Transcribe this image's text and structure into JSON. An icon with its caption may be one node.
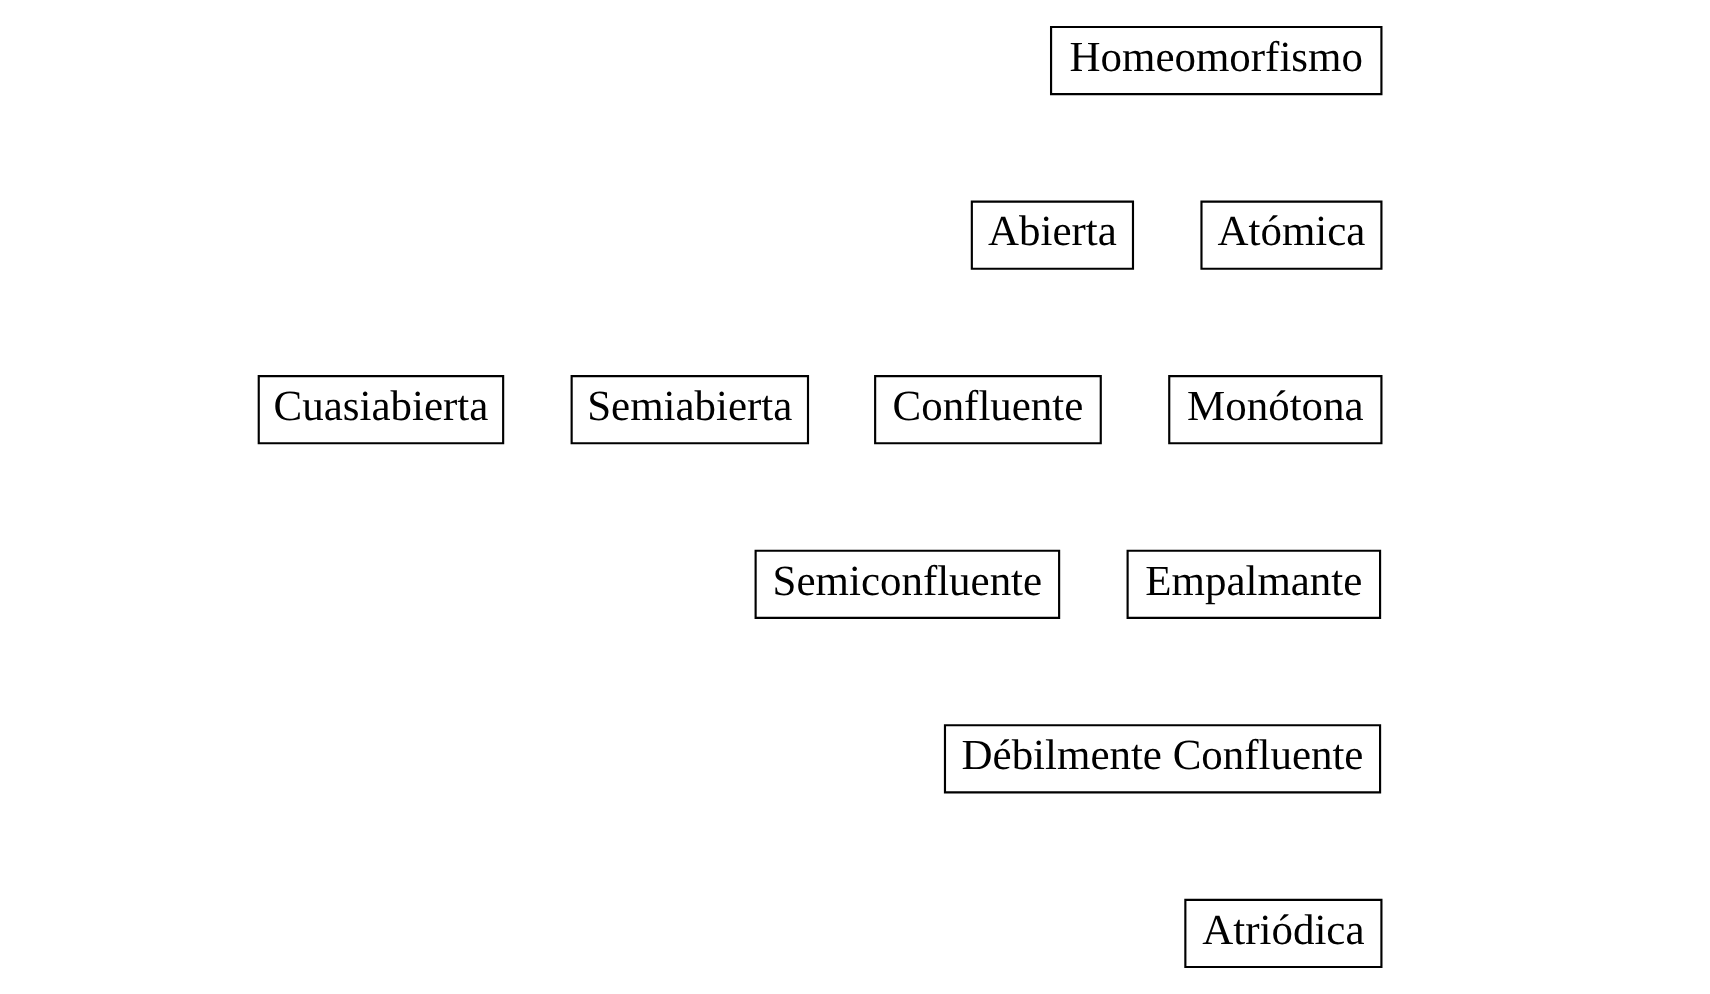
{
  "diagram": {
    "nodes": [
      {
        "text": [
          "Homeomorfismo"
        ]
      },
      {
        "text": [
          "Abierta"
        ]
      },
      {
        "text": [
          "Atómica"
        ]
      },
      {
        "text": [
          "Cuasiabierta"
        ]
      },
      {
        "text": [
          "Semiabierta"
        ]
      },
      {
        "text": [
          "Confluente"
        ]
      },
      {
        "text": [
          "Monótona"
        ]
      },
      {
        "text": [
          "Semiconfluente"
        ]
      },
      {
        "text": [
          "Empalmante"
        ]
      },
      {
        "text": [
          "Débilmente Confluente"
        ]
      },
      {
        "text": [
          "Atriódica"
        ]
      }
    ]
  }
}
